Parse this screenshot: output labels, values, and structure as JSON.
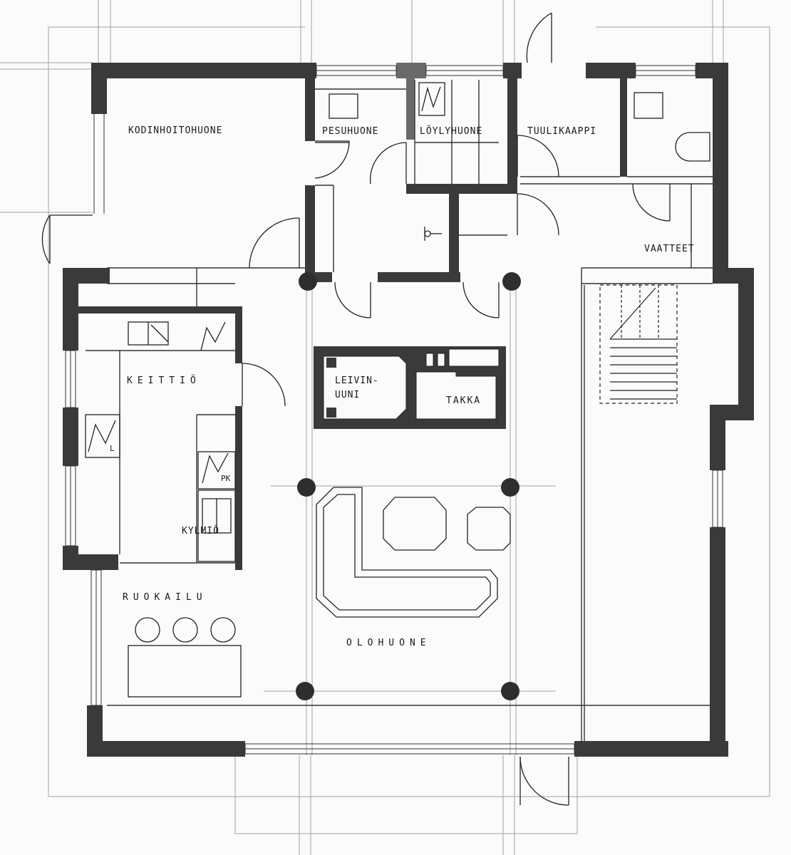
{
  "rooms": {
    "kodinhoitohuone": "KODINHOITOHUONE",
    "pesuhuone": "PESUHUONE",
    "loylyhuone": "LÖYLYHUONE",
    "tuulikaappi": "TUULIKAAPPI",
    "vaatteet": "VAATTEET",
    "keittio": "KEITTIÖ",
    "leivinuuni_line1": "LEIVIN-",
    "leivinuuni_line2": "UUNI",
    "takka": "TAKKA",
    "kylmio": "KYLMIÖ",
    "pk": "PK",
    "l": "L",
    "ruokailu": "RUOKAILU",
    "olohuone": "OLOHUONE"
  },
  "colors": {
    "wall": "#3a3a3a",
    "line": "#222222",
    "faint": "#9a9a9a",
    "paper": "#fbfbfb"
  }
}
